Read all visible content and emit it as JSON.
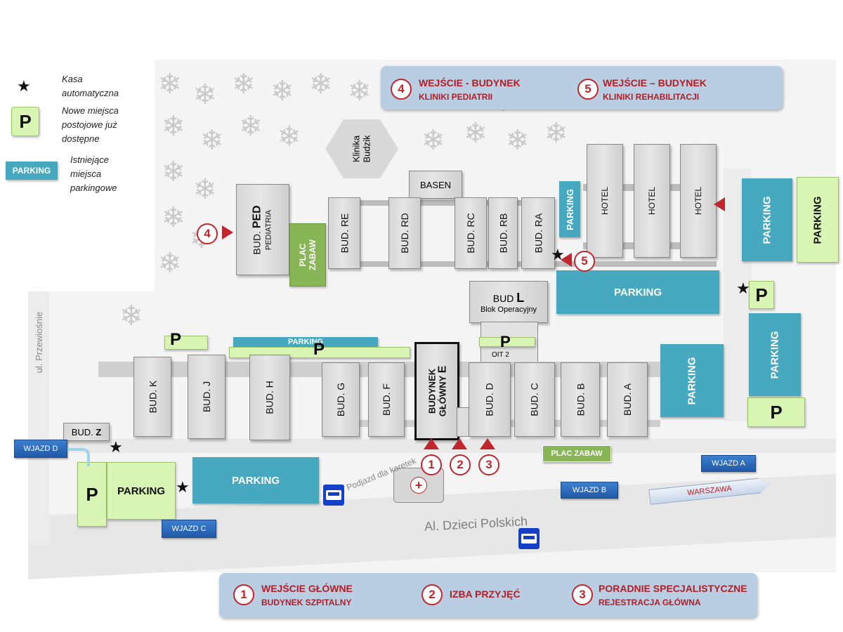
{
  "legend": {
    "kasa": "Kasa automatyczna",
    "kasa_line1": "Kasa",
    "kasa_line2": "automatyczna",
    "new_parking_symbol": "P",
    "new_parking_line1": "Nowe miejsca",
    "new_parking_line2": "postojowe już",
    "new_parking_line3": "dostępne",
    "existing_parking_label": "PARKING",
    "existing_line1": "Istniejące",
    "existing_line2": "miejsca",
    "existing_line3": "parkingowe"
  },
  "top_panel": {
    "n4": "4",
    "entry4_line1": "WEJŚCIE - BUDYNEK",
    "entry4_line2": "KLINIKI PEDIATRII",
    "n5": "5",
    "entry5_line1": "WEJŚCIE – BUDYNEK",
    "entry5_line2": "KLINIKI REHABILITACJI"
  },
  "bottom_panel": {
    "n1": "1",
    "entry1_line1": "WEJŚCIE GŁÓWNE",
    "entry1_line2": "BUDYNEK SZPITALNY",
    "n2": "2",
    "entry2": "IZBA PRZYJĘĆ",
    "n3": "3",
    "entry3_line1": "PORADNIE SPECJALISTYCZNE",
    "entry3_line2": "REJESTRACJA GŁÓWNA"
  },
  "buildings": {
    "budzik_line1": "Klinika",
    "budzik_line2": "Budzik",
    "basen": "BASEN",
    "ped_prefix": "BUD. ",
    "ped_bold": "PED",
    "ped_sub": "PEDIATRIA",
    "plac_zabaw_line1": "PLAC",
    "plac_zabaw_line2": "ZABAW",
    "re": "BUD. RE",
    "rd": "BUD. RD",
    "rc": "BUD. RC",
    "rb": "BUD. RB",
    "ra": "BUD. RA",
    "hotel1": "HOTEL",
    "hotel2": "HOTEL",
    "hotel3": "HOTEL",
    "l_prefix": "BUD ",
    "l_bold": "L",
    "l_sub": "Blok Operacyjny",
    "oit": "OIT 2",
    "k": "BUD. K",
    "j": "BUD. J",
    "h": "BUD. H",
    "g": "BUD. G",
    "f": "BUD. F",
    "e_line1": "BUDYNEK",
    "e_line2_prefix": "GŁÓWNY ",
    "e_bold": "E",
    "d": "BUD. D",
    "c": "BUD. C",
    "b": "BUD. B",
    "a": "BUD. A",
    "z_prefix": "BUD. ",
    "z_bold": "Z",
    "plac_zabaw_bottom": "PLAC ZABAW"
  },
  "parking": {
    "pk_rehab": "PARKING",
    "pk_right_1": "PARKING",
    "pk_right_2": "PARKING",
    "pk_center": "PARKING",
    "pk_strip": "PARKING",
    "pk_east": "PARKING",
    "pk_east2": "PARKING",
    "pk_bottom": "PARKING",
    "pk_green_bottom": "PARKING",
    "p": "P"
  },
  "entrances": {
    "wjazd_a": "WJAZD A",
    "wjazd_b": "WJAZD B",
    "wjazd_c": "WJAZD C",
    "wjazd_d": "WJAZD D",
    "warszawa": "WARSZAWA"
  },
  "streets": {
    "dzieci": "Al. Dzieci Polskich",
    "podjazd": "Podjazd dla karetek",
    "przewiosnie": "ul. Przewiośnie"
  },
  "markers": {
    "m1": "1",
    "m2": "2",
    "m3": "3",
    "m4": "4",
    "m5": "5"
  },
  "icons": [
    "star-icon",
    "bus-stop-icon",
    "tree-icon",
    "hospital-cross-icon",
    "entrance-arrow-icon"
  ],
  "colors": {
    "parking_blue": "#46a9c0",
    "new_parking_green": "#d9f5b4",
    "marker_red": "#c0262e",
    "panel_blue": "#b9cde3",
    "wjazd_blue": "#2a66b5"
  }
}
